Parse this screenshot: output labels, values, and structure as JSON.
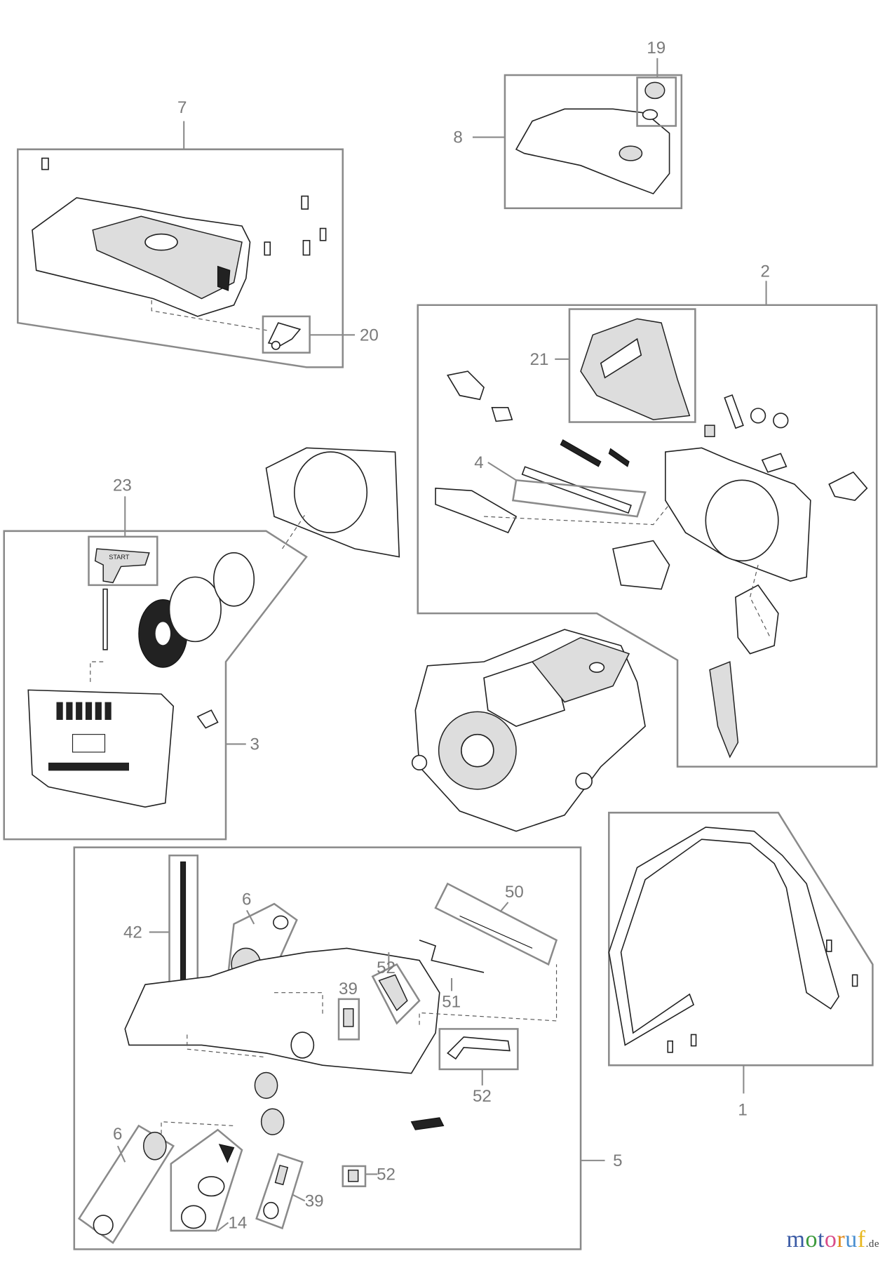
{
  "diagram": {
    "type": "exploded-parts-diagram",
    "callouts": {
      "c7": "7",
      "c19": "19",
      "c8": "8",
      "c2": "2",
      "c20": "20",
      "c21": "21",
      "c23": "23",
      "c4": "4",
      "c3": "3",
      "c42": "42",
      "c6a": "6",
      "c50": "50",
      "c52a": "52",
      "c51": "51",
      "c39a": "39",
      "c52b": "52",
      "c1": "1",
      "c5": "5",
      "c6b": "6",
      "c14": "14",
      "c39b": "39",
      "c52c": "52"
    },
    "part_text": {
      "starter_handle": "START"
    }
  },
  "watermark": {
    "text": "motoruf",
    "suffix": ".de",
    "colors": [
      "#3b5ba5",
      "#3b9a3b",
      "#d94c8a",
      "#e08a1e",
      "#4a8fd0",
      "#6cb33f",
      "#e8b81f"
    ]
  }
}
